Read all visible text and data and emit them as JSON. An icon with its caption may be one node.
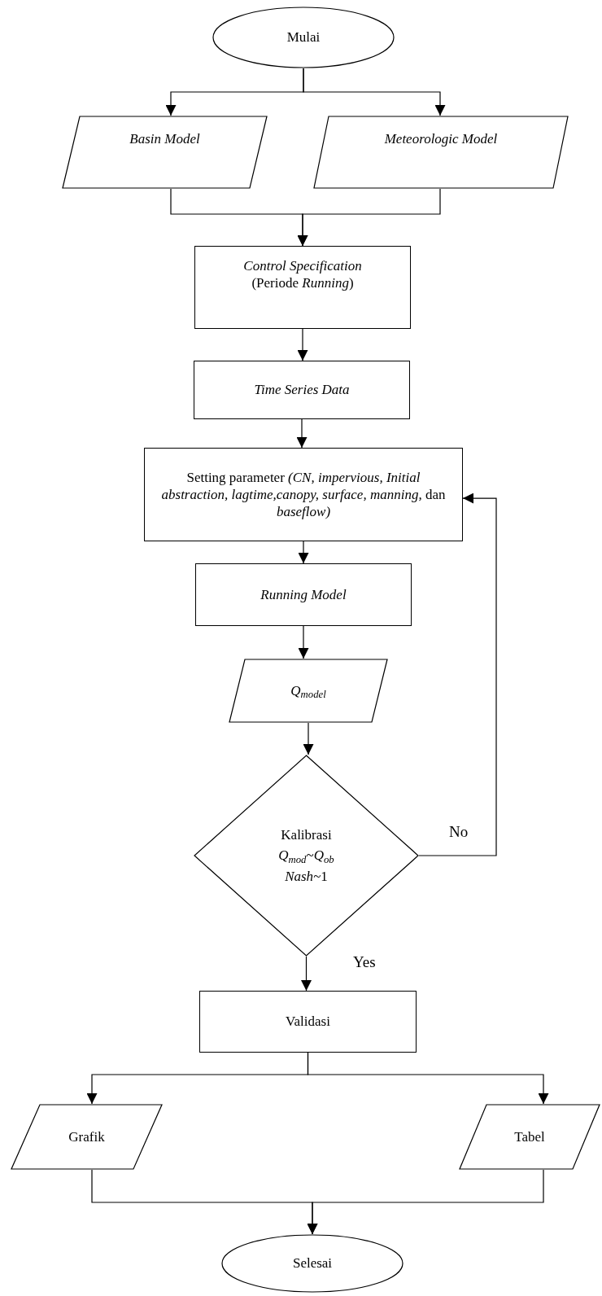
{
  "diagram": {
    "nodes": [
      {
        "text": [
          "Mulai"
        ]
      },
      {
        "text": [
          "*Basin Model*"
        ]
      },
      {
        "text": [
          "*Meteorologic Model*"
        ]
      },
      {
        "text": [
          "*Control Specification* (Periode *Running*)"
        ]
      },
      {
        "text": [
          "*Time Series Data*"
        ]
      },
      {
        "text": [
          "Setting parameter *(CN, impervious, Initial abstraction, lagtime,canopy, surface, manning,* dan *baseflow)*"
        ]
      },
      {
        "text": [
          "*Running Model*"
        ]
      },
      {
        "text": [
          "*Q*$_{model}$"
        ]
      },
      {
        "text": [
          "Kalibrasi",
          "*Q*$_{mod}$~*Q*$_{ob}$",
          "*Nash*~1"
        ]
      },
      {
        "text": [
          "Validasi"
        ]
      },
      {
        "text": [
          "Grafik"
        ]
      },
      {
        "text": [
          "Tabel"
        ]
      },
      {
        "text": [
          "Selesai"
        ]
      }
    ],
    "edges": [
      {
        "from": 0,
        "to": 1,
        "arrow": "to"
      },
      {
        "from": 0,
        "to": 2,
        "arrow": "to"
      },
      {
        "from": 1,
        "to": 3,
        "arrow": "to"
      },
      {
        "from": 2,
        "to": 3,
        "arrow": "to"
      },
      {
        "from": 3,
        "to": 4,
        "arrow": "to"
      },
      {
        "from": 4,
        "to": 5,
        "arrow": "to"
      },
      {
        "from": 5,
        "to": 6,
        "arrow": "to"
      },
      {
        "from": 6,
        "to": 7,
        "arrow": "to"
      },
      {
        "from": 7,
        "to": 8,
        "arrow": "to"
      },
      {
        "from": 8,
        "to": 5,
        "arrow": "to",
        "label": "No"
      },
      {
        "from": 8,
        "to": 9,
        "arrow": "to",
        "label": "Yes"
      },
      {
        "from": 9,
        "to": 10,
        "arrow": "to"
      },
      {
        "from": 9,
        "to": 11,
        "arrow": "to"
      },
      {
        "from": 10,
        "to": 12,
        "arrow": "to"
      },
      {
        "from": 11,
        "to": 12,
        "arrow": "to"
      }
    ]
  }
}
